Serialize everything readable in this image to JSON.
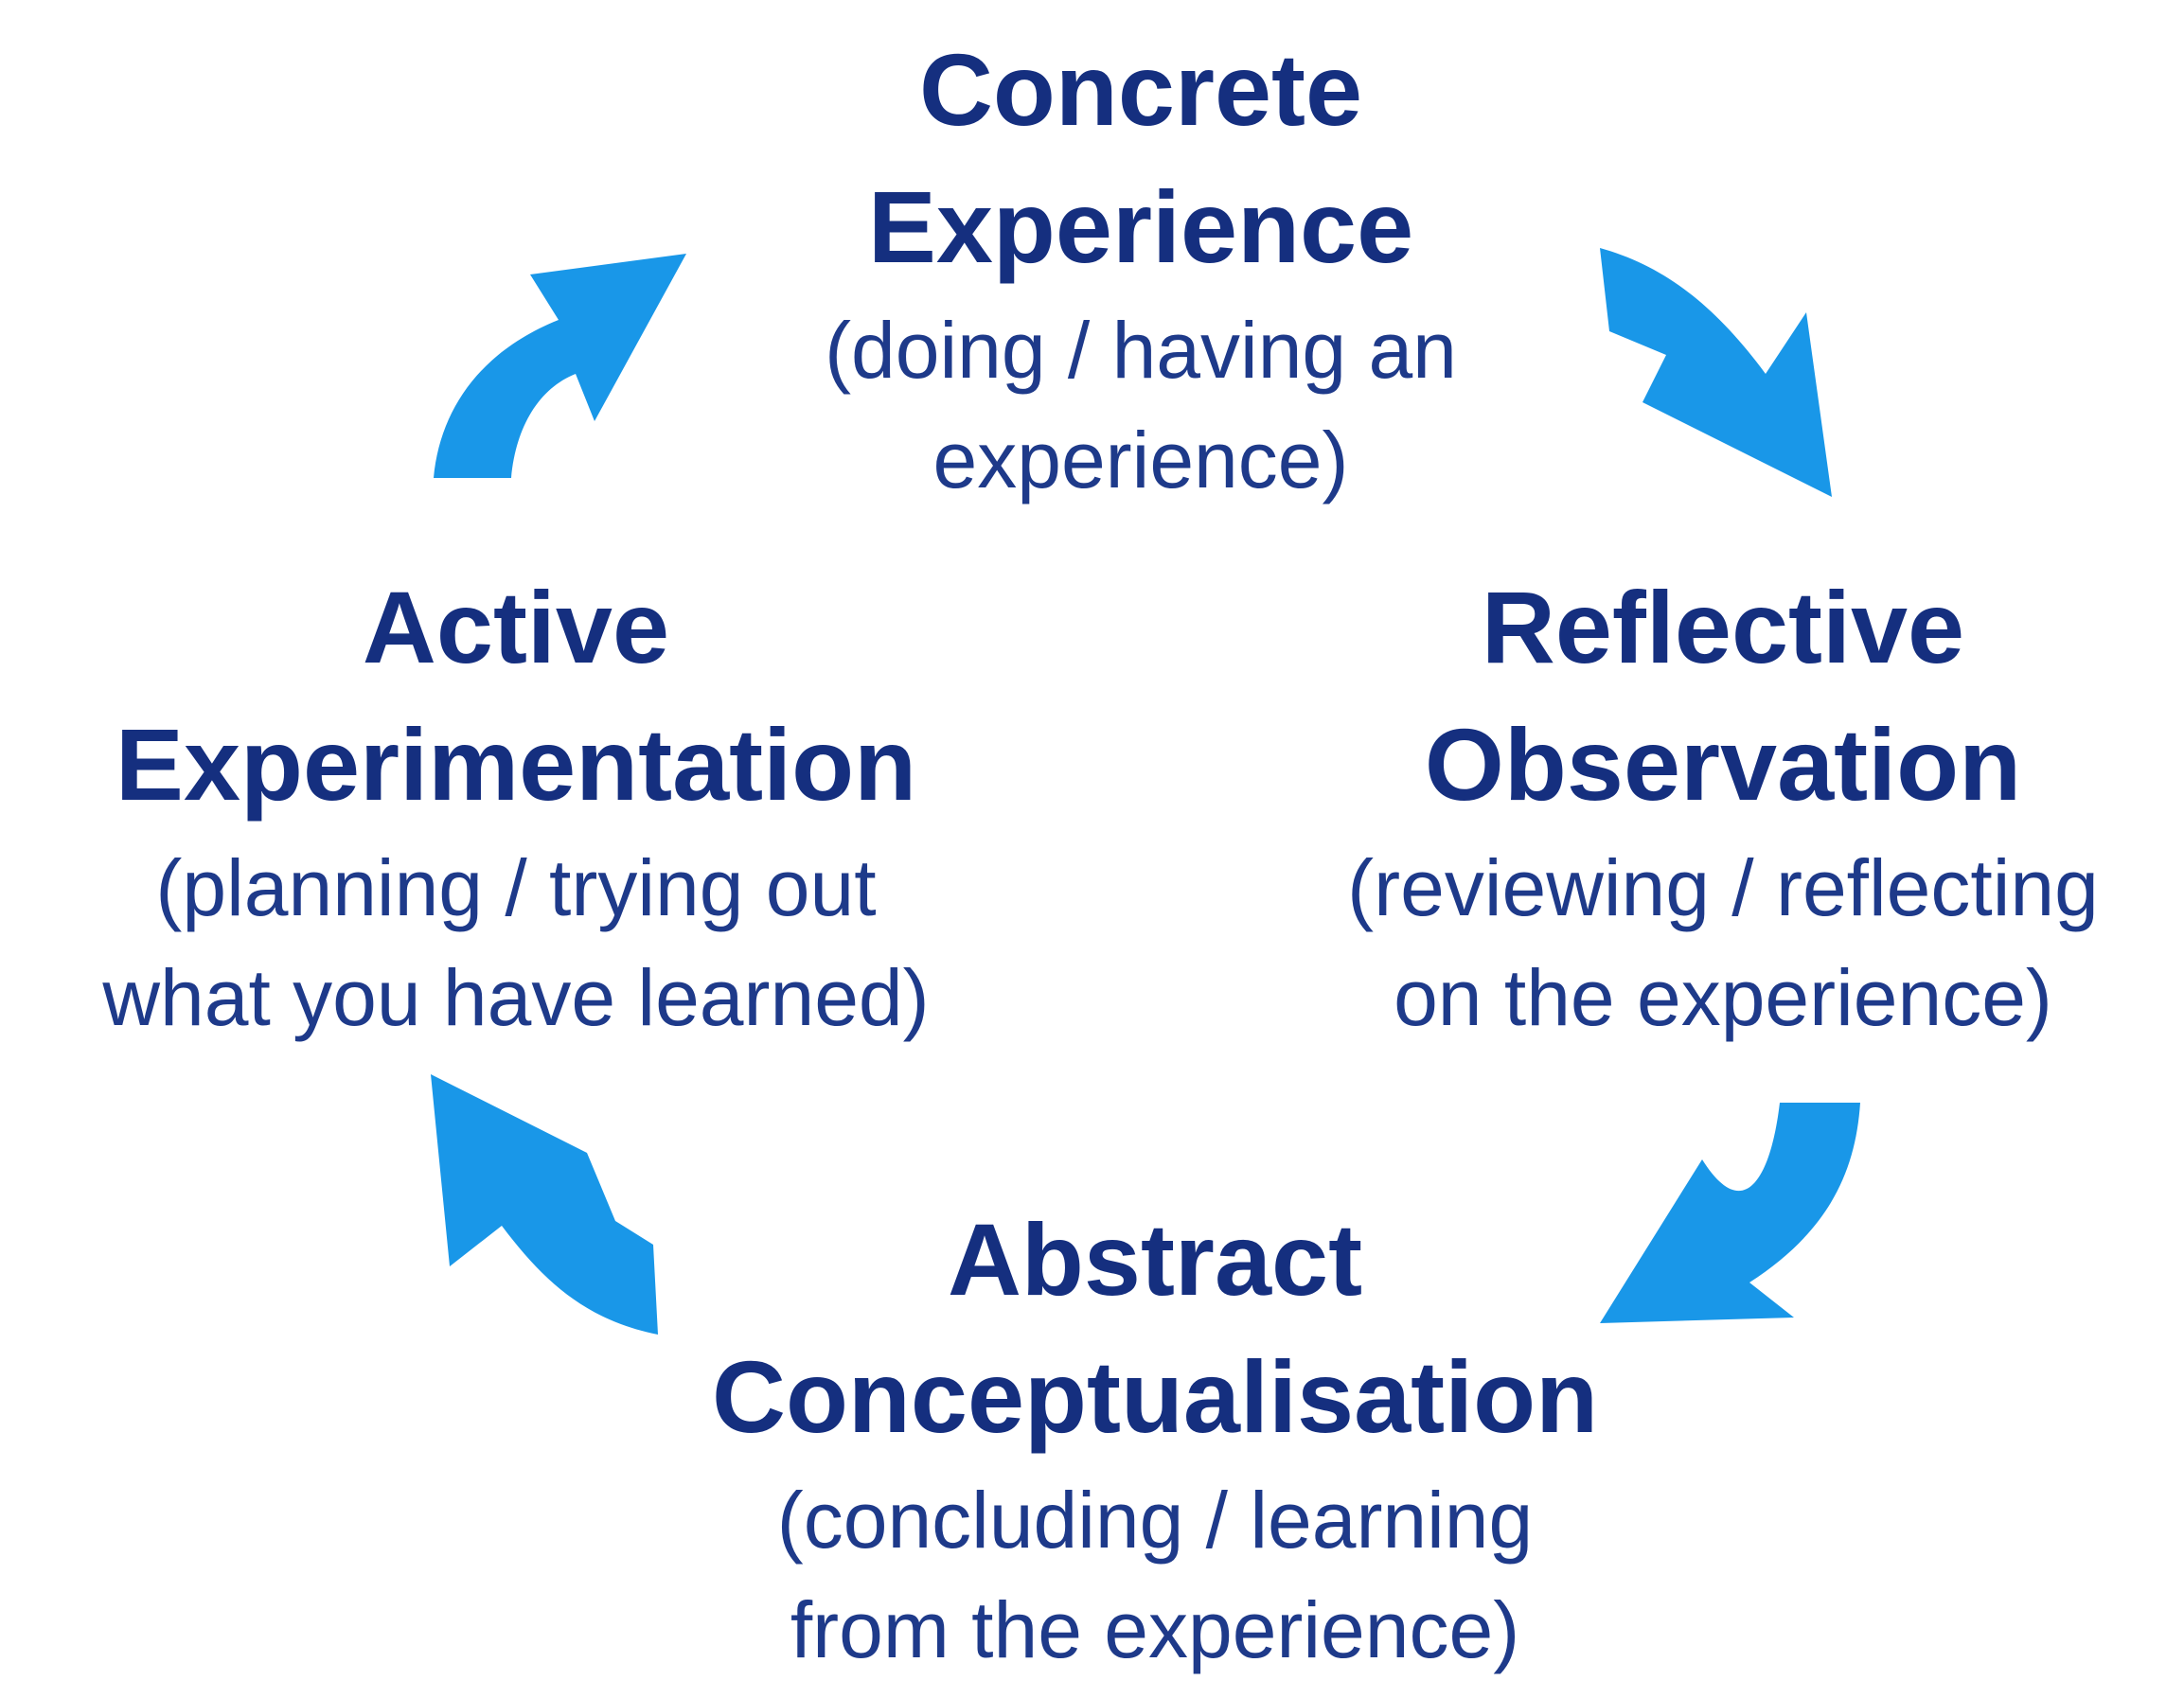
{
  "diagram": {
    "arrow_color": "#1997e8",
    "title_color": "#152f7f",
    "desc_color": "#1e3a8a",
    "nodes": {
      "top": {
        "title_line1": "Concrete",
        "title_line2": "Experience",
        "desc_line1": "(doing / having an",
        "desc_line2": "experience)"
      },
      "right": {
        "title_line1": "Reflective",
        "title_line2": "Observation",
        "desc_line1": "(reviewing / reflecting",
        "desc_line2": "on the experience)"
      },
      "bottom": {
        "title_line1": "Abstract",
        "title_line2": "Conceptualisation",
        "desc_line1": "(concluding / learning",
        "desc_line2": "from the experience)"
      },
      "left": {
        "title_line1": "Active",
        "title_line2": "Experimentation",
        "desc_line1": "(planning / trying out",
        "desc_line2": "what you have learned)"
      }
    }
  }
}
